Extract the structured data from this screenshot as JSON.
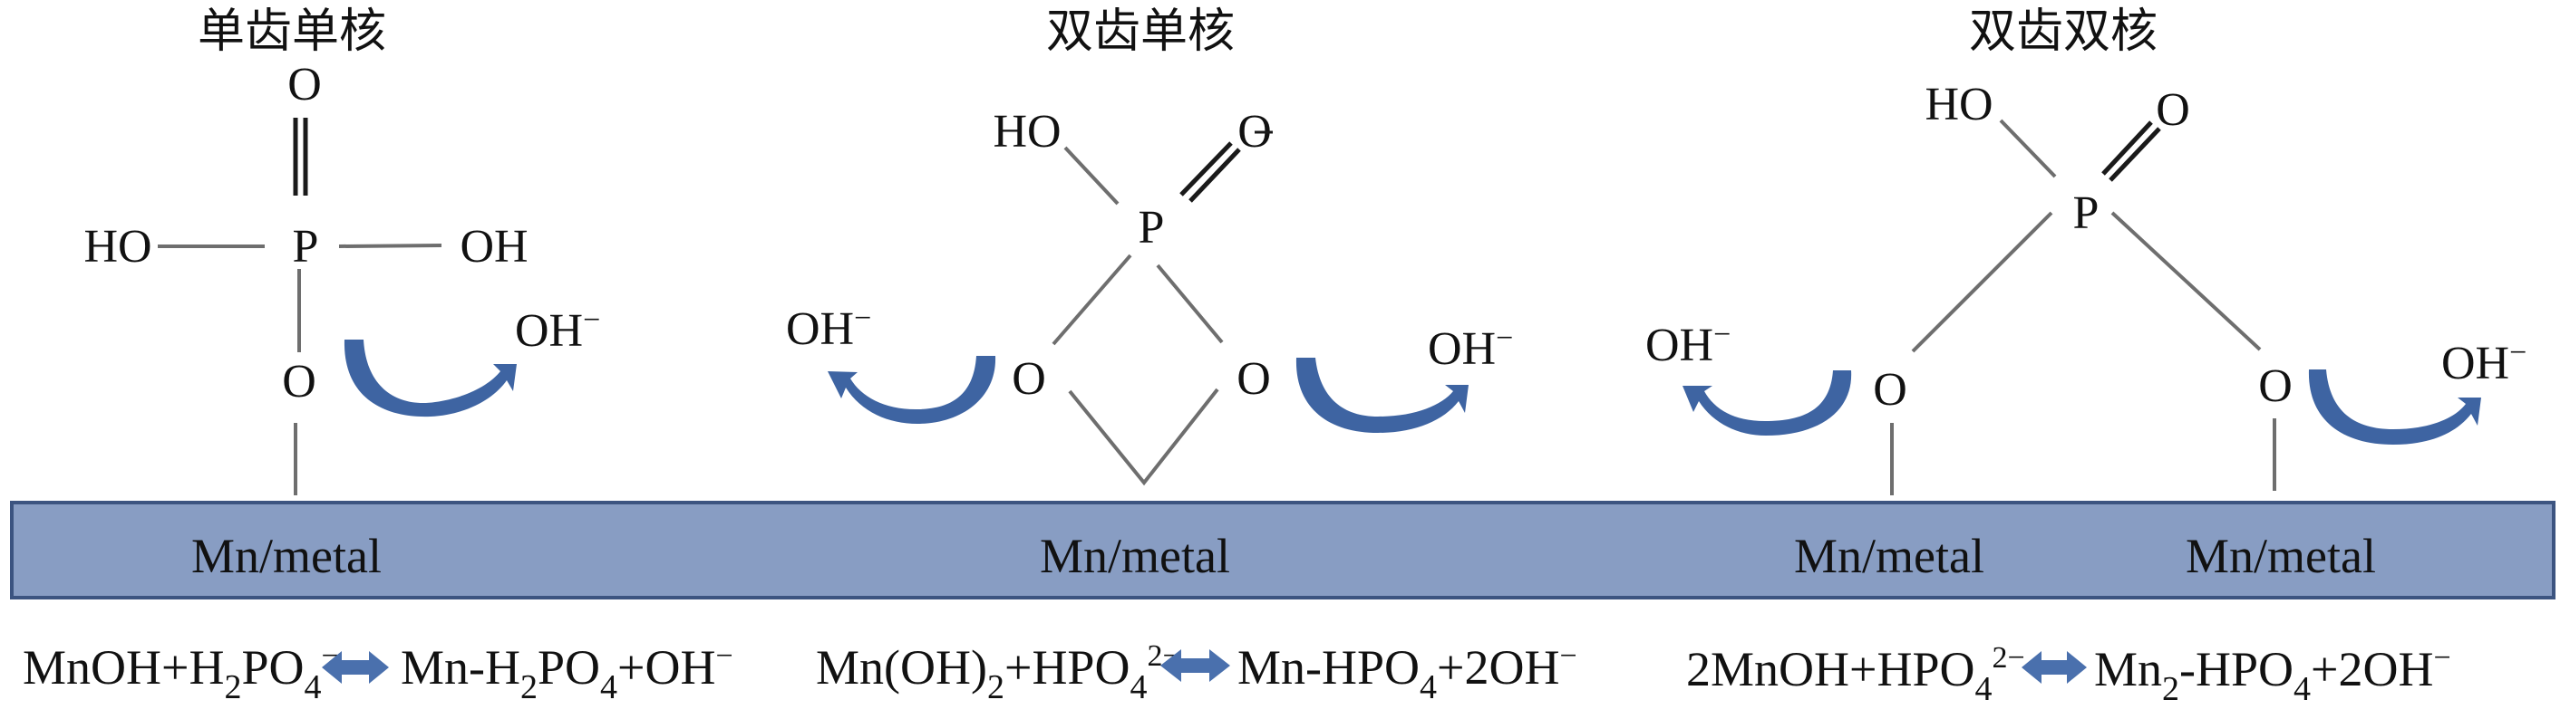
{
  "colors": {
    "metal_band": "#889dc3",
    "metal_band_border": "#3c5480",
    "arrow": "#3e64a2",
    "equilibrium_arrow": "#4a70ad",
    "bond": "#6e6e6e",
    "text": "#111111"
  },
  "panels": [
    {
      "id": "monodentate-mononuclear",
      "title": "单齿单核",
      "atoms": {
        "top_o": "O",
        "left_group": "HO",
        "phosphorus": "P",
        "right_group": "OH",
        "bridge_o": "O"
      },
      "released": [
        {
          "base": "OH",
          "charge": "−"
        }
      ],
      "metal_labels": [
        "Mn/metal"
      ],
      "equation": {
        "lhs": [
          {
            "t": "MnOH+H"
          },
          {
            "sub": "2"
          },
          {
            "t": "PO"
          },
          {
            "sub": "4"
          },
          {
            "sup": "−"
          }
        ],
        "rhs": [
          {
            "t": "Mn-H"
          },
          {
            "sub": "2"
          },
          {
            "t": "PO"
          },
          {
            "sub": "4"
          },
          {
            "t": "+OH"
          },
          {
            "sup": "−"
          }
        ]
      }
    },
    {
      "id": "bidentate-mononuclear",
      "title": "双齿单核",
      "atoms": {
        "left_group": "HO",
        "double_o": "O",
        "phosphorus": "P",
        "left_o": "O",
        "right_o": "O"
      },
      "released": [
        {
          "base": "OH",
          "charge": "−"
        },
        {
          "base": "OH",
          "charge": "−"
        }
      ],
      "metal_labels": [
        "Mn/metal"
      ],
      "equation": {
        "lhs": [
          {
            "t": "Mn(OH)"
          },
          {
            "sub": "2"
          },
          {
            "t": "+HPO"
          },
          {
            "sub": "4"
          },
          {
            "sup": "2−"
          }
        ],
        "rhs": [
          {
            "t": "Mn-HPO"
          },
          {
            "sub": "4"
          },
          {
            "t": "+2OH"
          },
          {
            "sup": "−"
          }
        ]
      }
    },
    {
      "id": "bidentate-binuclear",
      "title": "双齿双核",
      "atoms": {
        "left_group": "HO",
        "double_o": "O",
        "phosphorus": "P",
        "left_o": "O",
        "right_o": "O"
      },
      "released": [
        {
          "base": "OH",
          "charge": "−"
        },
        {
          "base": "OH",
          "charge": "−"
        }
      ],
      "metal_labels": [
        "Mn/metal",
        "Mn/metal"
      ],
      "equation": {
        "lhs": [
          {
            "t": "2MnOH+HPO"
          },
          {
            "sub": "4"
          },
          {
            "sup": "2−"
          }
        ],
        "rhs": [
          {
            "t": "Mn"
          },
          {
            "sub": "2"
          },
          {
            "t": "-HPO"
          },
          {
            "sub": "4"
          },
          {
            "t": "+2OH"
          },
          {
            "sup": "−"
          }
        ]
      }
    }
  ],
  "icons": {
    "curved_arrow": "curved-release-arrow",
    "equilibrium": "double-headed-arrow"
  }
}
